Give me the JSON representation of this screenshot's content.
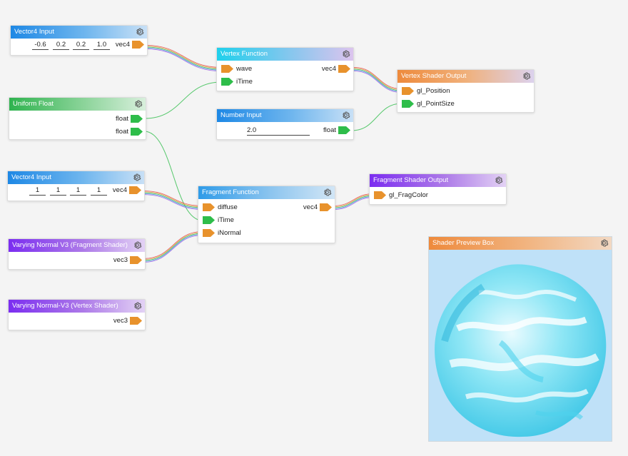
{
  "colors": {
    "port_orange": "#e8922c",
    "port_green": "#2ebd4a",
    "wire_colors": [
      "#e24b4b",
      "#e89a3c",
      "#3fbf5a",
      "#3f8fe0",
      "#9b5de5"
    ]
  },
  "icons": {
    "settings": "gear-icon",
    "output_port": "port-arrow-icon"
  },
  "nodes": {
    "vector4_input_a": {
      "title": "Vector4 Input",
      "values": [
        "-0.6",
        "0.2",
        "0.2",
        "1.0"
      ],
      "output_type": "vec4"
    },
    "uniform_float": {
      "title": "Uniform Float",
      "outputs": [
        "float",
        "float"
      ]
    },
    "vector4_input_b": {
      "title": "Vector4 Input",
      "values": [
        "1",
        "1",
        "1",
        "1"
      ],
      "output_type": "vec4"
    },
    "varying_normal_fragment": {
      "title": "Varying Normal V3 (Fragment Shader)",
      "output_type": "vec3"
    },
    "varying_normal_vertex": {
      "title": "Varying Normal-V3 (Vertex Shader)",
      "output_type": "vec3"
    },
    "vertex_function": {
      "title": "Vertex Function",
      "inputs": [
        "wave",
        "iTime"
      ],
      "output_type": "vec4"
    },
    "number_input": {
      "title": "Number Input",
      "value": "2.0",
      "output_type": "float"
    },
    "vertex_shader_output": {
      "title": "Vertex Shader Output",
      "inputs": [
        "gl_Position",
        "gl_PointSize"
      ]
    },
    "fragment_function": {
      "title": "Fragment Function",
      "inputs": [
        "diffuse",
        "iTime",
        "iNormal"
      ],
      "output_type": "vec4"
    },
    "fragment_shader_output": {
      "title": "Fragment Shader Output",
      "inputs": [
        "gl_FragColor"
      ]
    },
    "shader_preview_box": {
      "title": "Shader Preview Box"
    }
  }
}
